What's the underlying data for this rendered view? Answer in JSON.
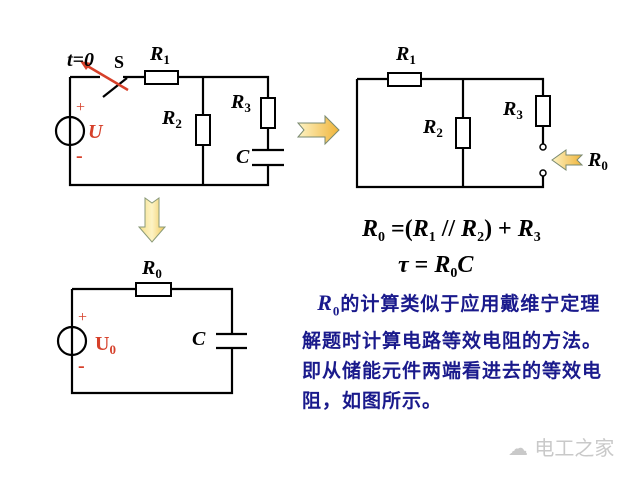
{
  "circuit_original": {
    "switch_time": "t=0",
    "switch": "S",
    "source": "U",
    "plus": "+",
    "minus": "-",
    "resistors": [
      "R1",
      "R2",
      "R3"
    ],
    "capacitor": "C"
  },
  "circuit_equivalent_resistance": {
    "resistors": [
      "R1",
      "R2",
      "R3"
    ],
    "port_label": "R0"
  },
  "circuit_rc": {
    "resistor": "R0",
    "source": "U0",
    "plus": "+",
    "minus": "-",
    "capacitor": "C"
  },
  "formulas": {
    "line1": "R0 = (R1 // R2) + R3",
    "line2": "τ = R0 C"
  },
  "paragraph": {
    "symbol": "R",
    "symbol_sub": "0",
    "text": "的计算类似于应用戴维宁定理解题时计算电路等效电阻的方法。即从储能元件两端看进去的等效电阻，如图所示。"
  },
  "watermark": "电工之家",
  "colors": {
    "red": "#d6402a",
    "text_blue": "#1a1a8c",
    "arrow": "#f2c04a"
  }
}
